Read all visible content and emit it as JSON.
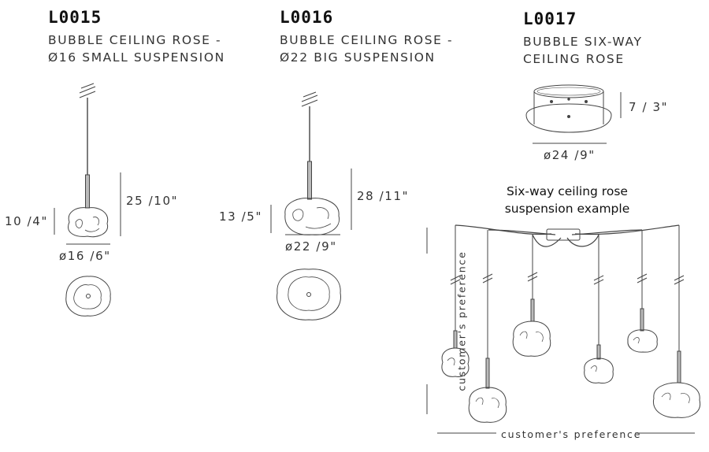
{
  "products": [
    {
      "code": "L0015",
      "line1": "BUBBLE CEILING ROSE -",
      "line2": "Ø16 SMALL SUSPENSION",
      "height_dim": "25 /10\"",
      "shade_height_dim": "10 /4\"",
      "diameter_dim": "ø16 /6\""
    },
    {
      "code": "L0016",
      "line1": "BUBBLE CEILING ROSE -",
      "line2": "Ø22 BIG SUSPENSION",
      "height_dim": "28 /11\"",
      "shade_height_dim": "13 /5\"",
      "diameter_dim": "ø22 /9\""
    },
    {
      "code": "L0017",
      "line1": "BUBBLE SIX-WAY",
      "line2": "CEILING ROSE",
      "height_dim": "7 / 3\"",
      "diameter_dim": "ø24 /9\""
    }
  ],
  "example": {
    "caption_line1": "Six-way ceiling rose",
    "caption_line2": "suspension example",
    "vertical_label": "customer's preference",
    "horizontal_label": "customer's preference"
  }
}
